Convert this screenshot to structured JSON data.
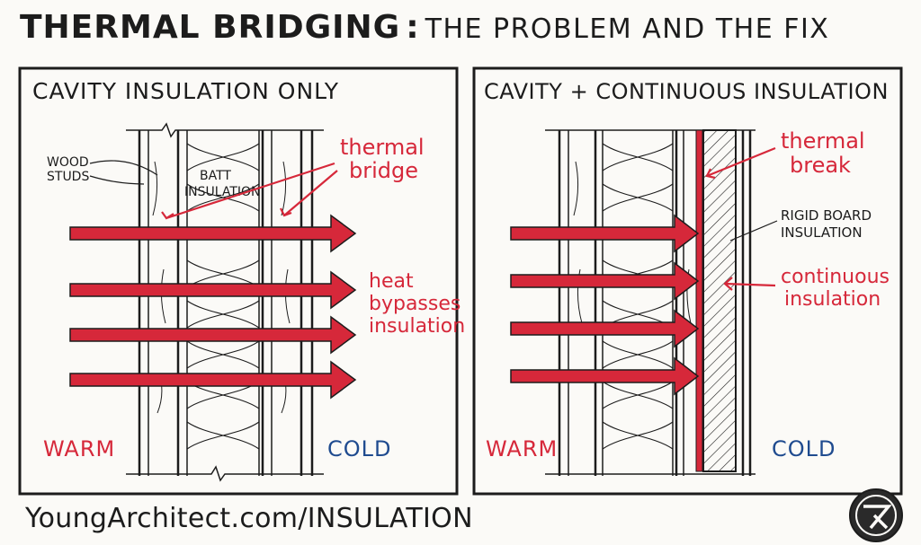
{
  "title": {
    "bold": "THERMAL BRIDGING",
    "separator": ":",
    "rest": "THE PROBLEM AND THE FIX"
  },
  "left_panel": {
    "heading": "CAVITY INSULATION ONLY",
    "label_wood_studs_1": "WOOD",
    "label_wood_studs_2": "STUDS",
    "label_batt_1": "BATT",
    "label_batt_2": "INSULATION",
    "label_thermal_bridge_1": "thermal",
    "label_thermal_bridge_2": "bridge",
    "label_heat_1": "heat",
    "label_heat_2": "bypasses",
    "label_heat_3": "insulation",
    "warm": "WARM",
    "cold": "COLD"
  },
  "right_panel": {
    "heading": "CAVITY + CONTINUOUS INSULATION",
    "label_thermal_break_1": "thermal",
    "label_thermal_break_2": "break",
    "label_rigid_1": "RIGID BOARD",
    "label_rigid_2": "INSULATION",
    "label_continuous_1": "continuous",
    "label_continuous_2": "insulation",
    "warm": "WARM",
    "cold": "COLD"
  },
  "footer": {
    "url": "YoungArchitect.com/INSULATION"
  },
  "colors": {
    "red": "#d6283a",
    "blue": "#1f4b8f",
    "ink": "#1c1c1c"
  },
  "logo": {
    "icon": "young-architect-logo-icon"
  }
}
